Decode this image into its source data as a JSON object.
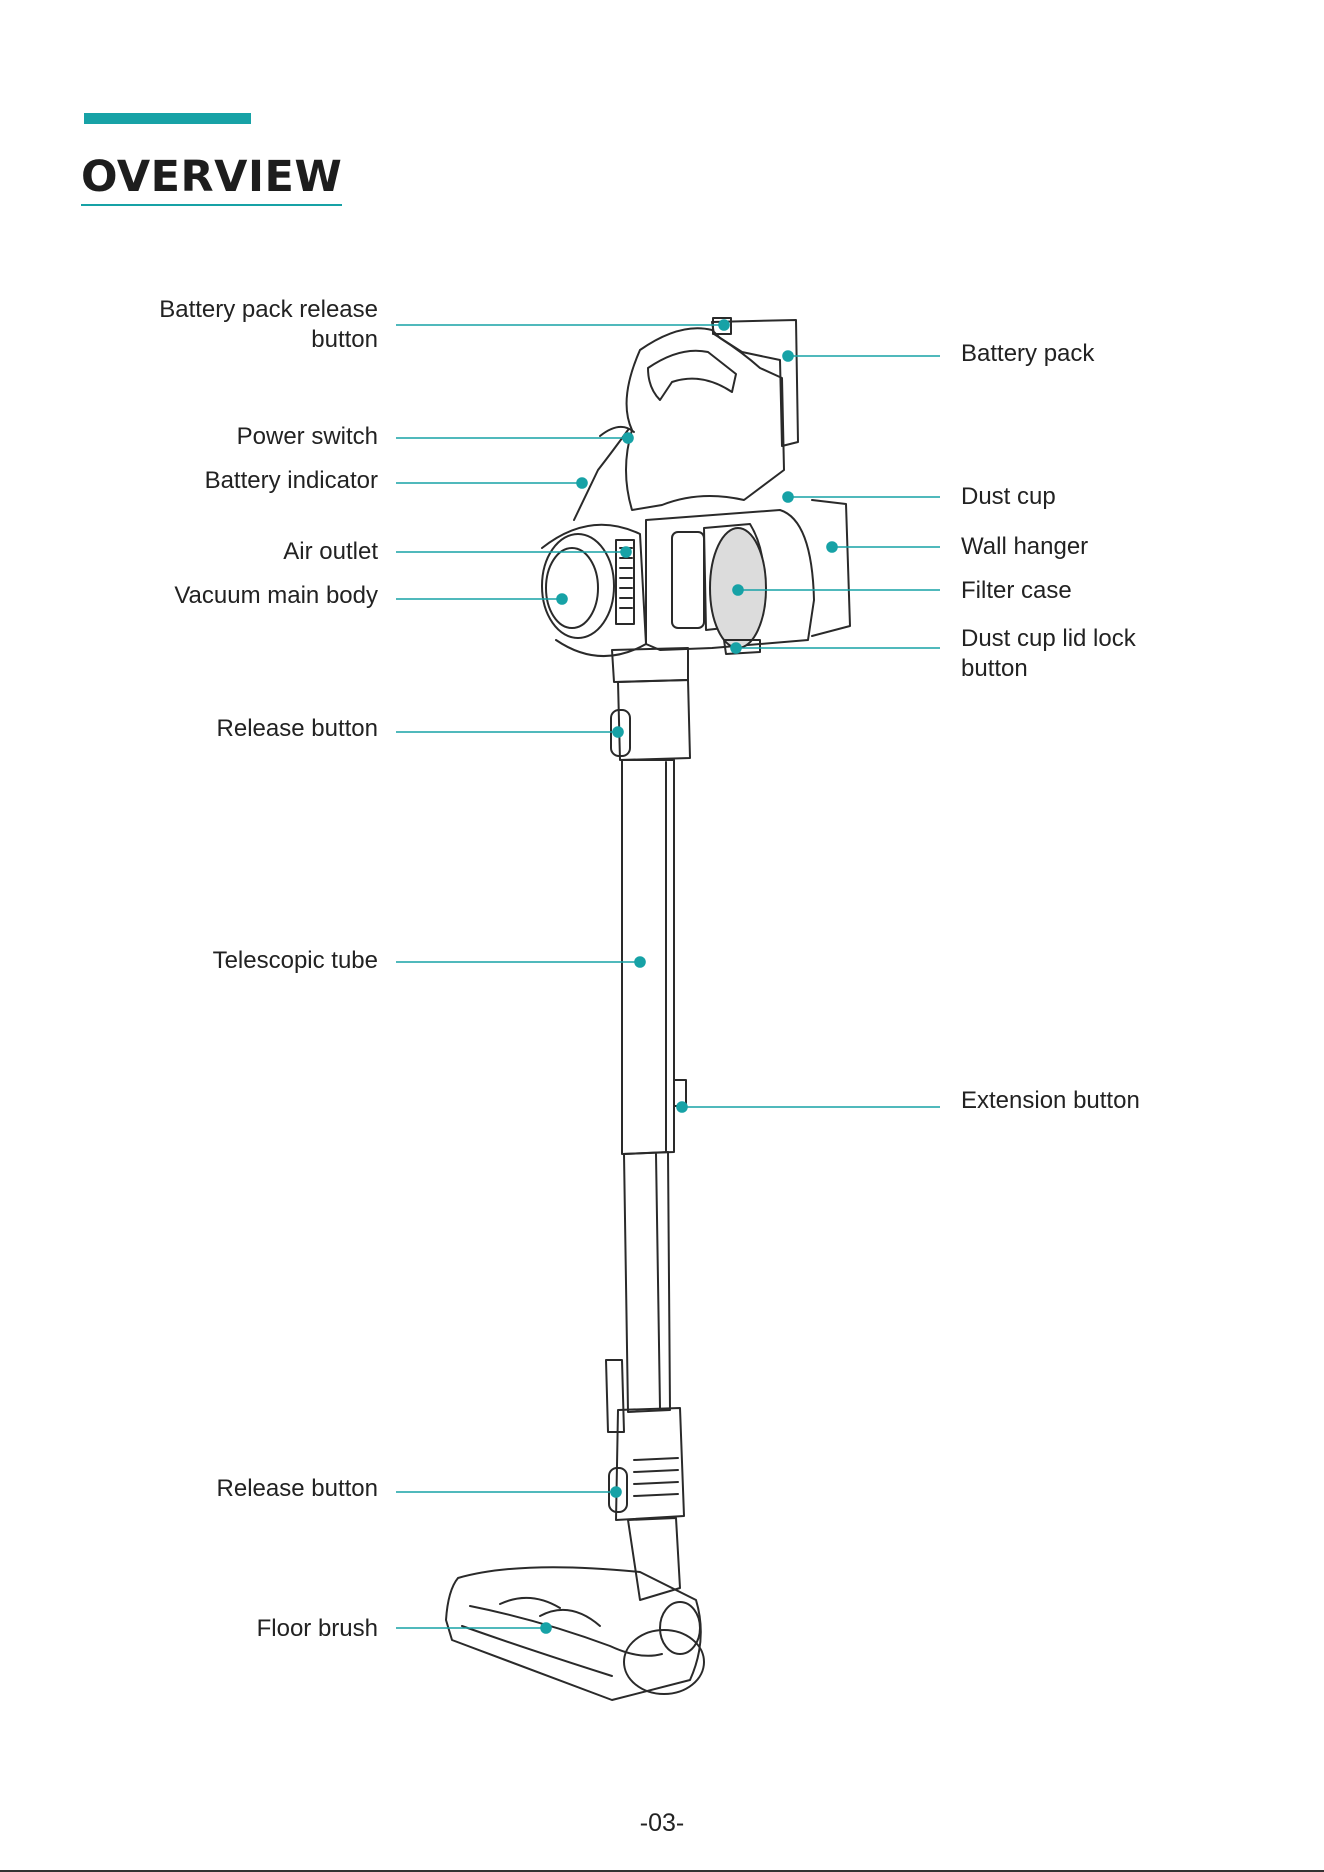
{
  "header": {
    "title": "OVERVIEW",
    "accent_color": "#17a2a6"
  },
  "parts_left": [
    "Battery pack release\nbutton",
    "Power switch",
    "Battery indicator",
    "Air outlet",
    "Vacuum main body",
    "Release button",
    "Telescopic tube",
    "Release button",
    "Floor brush"
  ],
  "parts_right": [
    "Battery pack",
    "Dust cup",
    "Wall hanger",
    "Filter case",
    "Dust cup lid lock\nbutton",
    "Extension button"
  ],
  "footer": {
    "page_number": "-03-"
  }
}
